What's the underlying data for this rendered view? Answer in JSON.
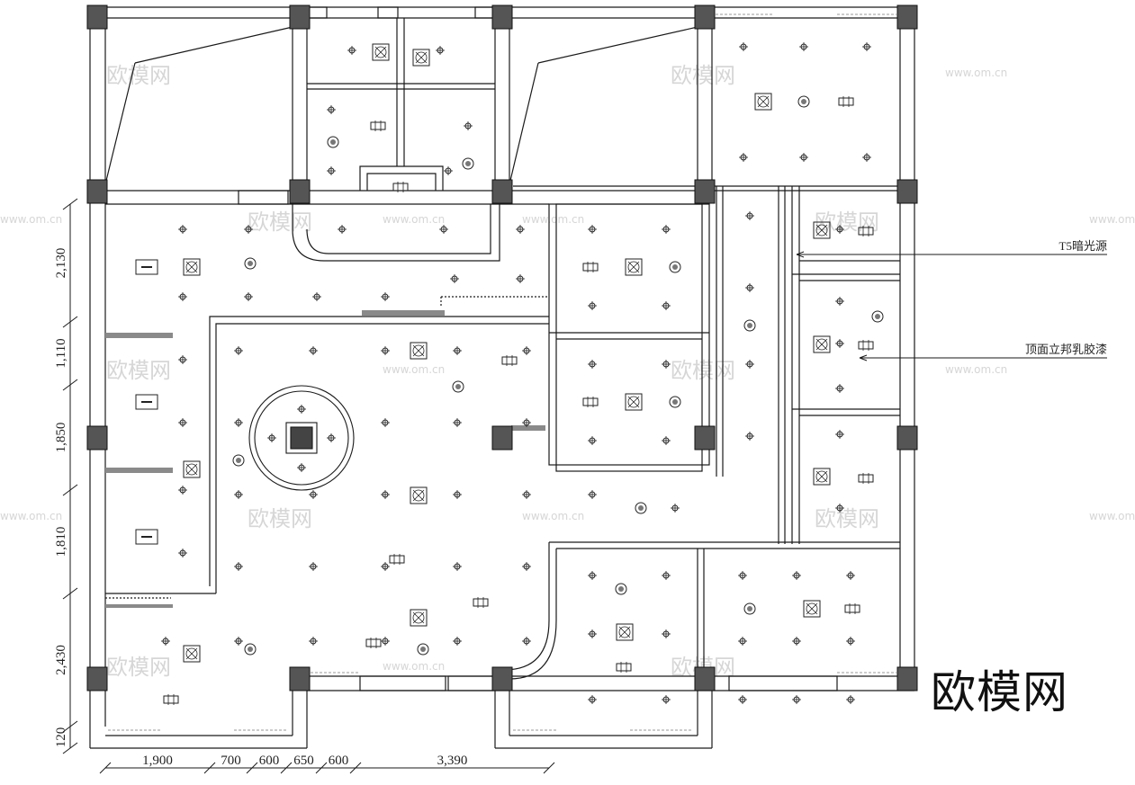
{
  "annotations": {
    "t5_light": "T5暗光源",
    "ceiling_paint": "顶面立邦乳胶漆"
  },
  "dims_vertical": [
    "2,130",
    "1,110",
    "1,850",
    "1,810",
    "2,430",
    "120"
  ],
  "dims_horizontal": [
    "1,900",
    "700",
    "600",
    "650",
    "600",
    "3,390"
  ],
  "watermark": {
    "logo": "欧模网",
    "url": "www.om.cn"
  },
  "brand": "欧模网",
  "colors": {
    "line": "#1a1a1a",
    "watermark": "#d6d6d6"
  }
}
